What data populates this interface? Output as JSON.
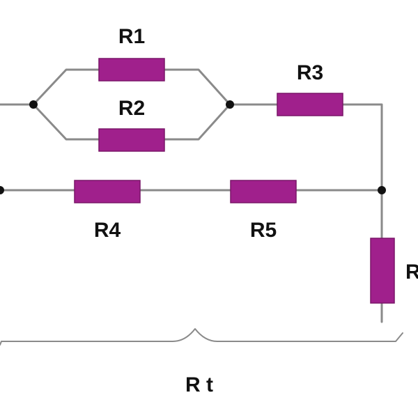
{
  "colors": {
    "resistor_fill": "#a0208c",
    "resistor_stroke": "#7a1669",
    "wire": "#8a8a8a",
    "node": "#111111",
    "text": "#111111"
  },
  "labels": {
    "r1": "R1",
    "r2": "R2",
    "r3": "R3",
    "r4": "R4",
    "r5": "R5",
    "r6": "R",
    "total": "R t"
  }
}
